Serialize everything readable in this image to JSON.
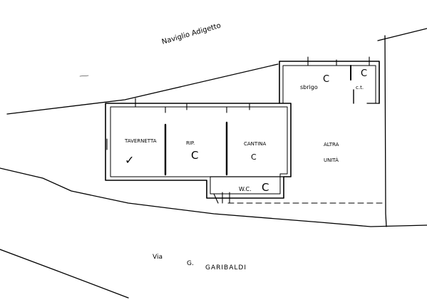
{
  "labels": {
    "canal": "Naviglio Adigetto",
    "street_via": "Via",
    "street_g": "G.",
    "street_name": "GARIBALDI",
    "room_tavernetta": "TAVERNETTA",
    "room_rip": "RIP.",
    "room_cantina": "CANTINA",
    "room_wc": "W.C.",
    "room_sbrigo": "sbrigo",
    "room_ct": "c.t.",
    "other_unit_line1": "ALTRA",
    "other_unit_line2": "UNITÀ",
    "mark_c": "C",
    "mark_check": "✓"
  },
  "colors": {
    "ink": "#000000",
    "paper": "#ffffff"
  }
}
